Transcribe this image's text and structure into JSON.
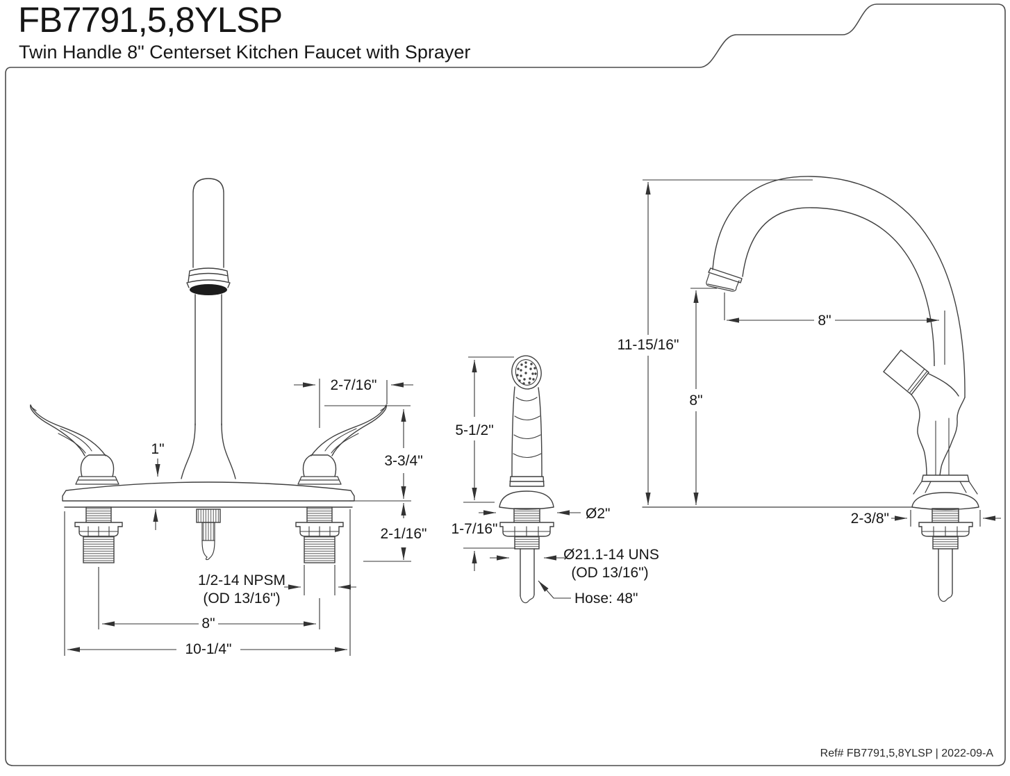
{
  "header": {
    "model": "FB7791,5,8YLSP",
    "subtitle": "Twin Handle 8\" Centerset Kitchen Faucet with Sprayer"
  },
  "front_view": {
    "dim_handle_reach": "2-7/16\"",
    "dim_deck_height": "1\"",
    "dim_handle_height": "3-3/4\"",
    "dim_shank_length": "2-1/16\"",
    "thread_spec_line1": "1/2-14 NPSM",
    "thread_spec_line2": "(OD 13/16\")",
    "dim_faucet_centers": "8\"",
    "dim_base_width": "10-1/4\""
  },
  "sprayer_view": {
    "dim_height": "5-1/2\"",
    "dim_shank_length": "1-7/16\"",
    "dim_base_diameter": "Ø2\"",
    "thread_spec_line1": "Ø21.1-14 UNS",
    "thread_spec_line2": "(OD 13/16\")",
    "hose_label": "Hose: 48\""
  },
  "side_view": {
    "dim_total_height": "11-15/16\"",
    "dim_spout_height": "8\"",
    "dim_spout_reach": "8\"",
    "dim_base_width": "2-3/8\""
  },
  "footer": {
    "ref": "Ref# FB7791,5,8YLSP | 2022-09-A"
  },
  "colors": {
    "line": "#3f3f3f",
    "dim_line": "#333333",
    "text": "#161616",
    "background": "#ffffff"
  }
}
